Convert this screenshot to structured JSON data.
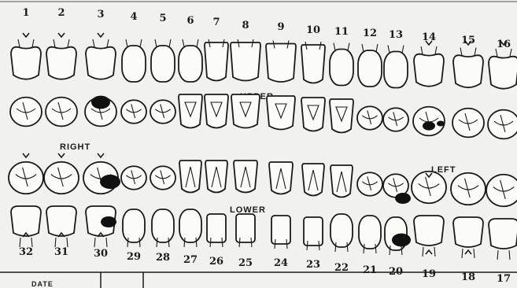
{
  "labels": {
    "upper": "UPPER",
    "lower": "LOWER",
    "right": "RIGHT",
    "left": "LEFT"
  },
  "upper_numbers": [
    "1",
    "2",
    "3",
    "4",
    "5",
    "6",
    "7",
    "8",
    "9",
    "10",
    "11",
    "12",
    "13",
    "14",
    "15",
    "16"
  ],
  "lower_numbers": [
    "32",
    "31",
    "30",
    "29",
    "28",
    "27",
    "26",
    "25",
    "24",
    "23",
    "22",
    "21",
    "20",
    "19",
    "18",
    "17"
  ],
  "footer": {
    "cell_text": "DATE"
  },
  "colors": {
    "ink": "#1a1a1a",
    "paper": "#f1f1ee"
  }
}
